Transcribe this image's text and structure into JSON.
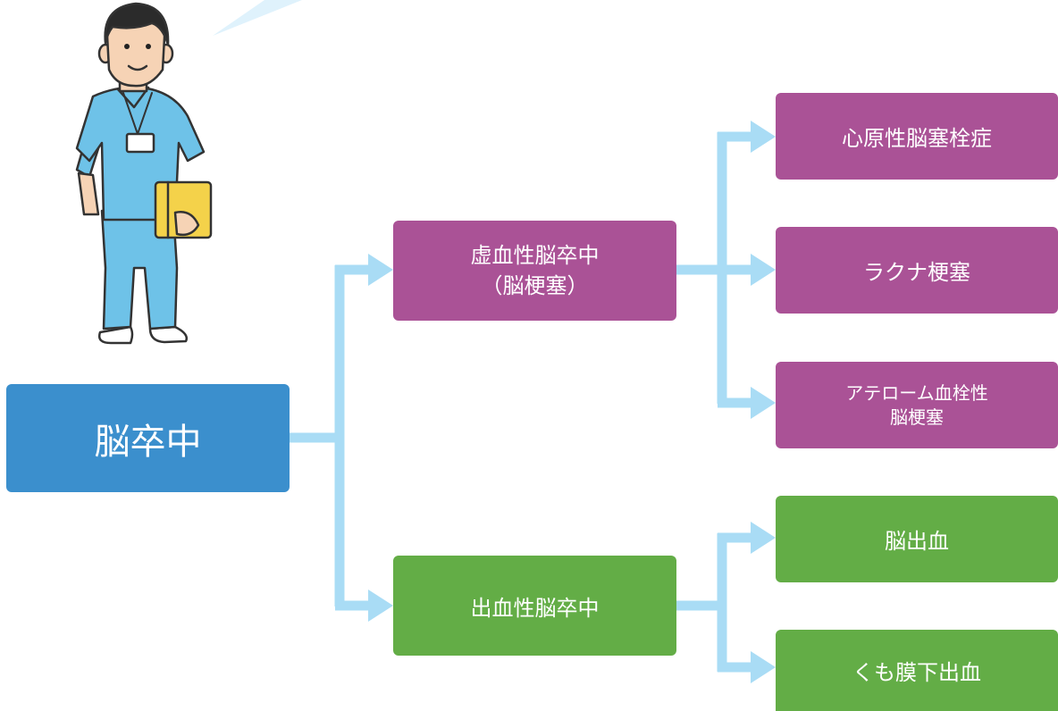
{
  "diagram": {
    "root": {
      "label": "脳卒中",
      "color": "#3b8fcd"
    },
    "ischemic": {
      "line1": "虚血性脳卒中",
      "line2": "（脳梗塞）",
      "color": "#aa5296"
    },
    "hemorrhagic": {
      "label": "出血性脳卒中",
      "color": "#63ad46"
    },
    "ischemic_types": [
      {
        "label": "心原性脳塞栓症"
      },
      {
        "label": "ラクナ梗塞"
      },
      {
        "line1": "アテローム血栓性",
        "line2": "脳梗塞"
      }
    ],
    "hemorrhagic_types": [
      {
        "label": "脳出血"
      },
      {
        "label": "くも膜下出血"
      }
    ],
    "connector_color": "#a9dcf5",
    "illustration": {
      "name": "nurse-holding-folder"
    }
  }
}
